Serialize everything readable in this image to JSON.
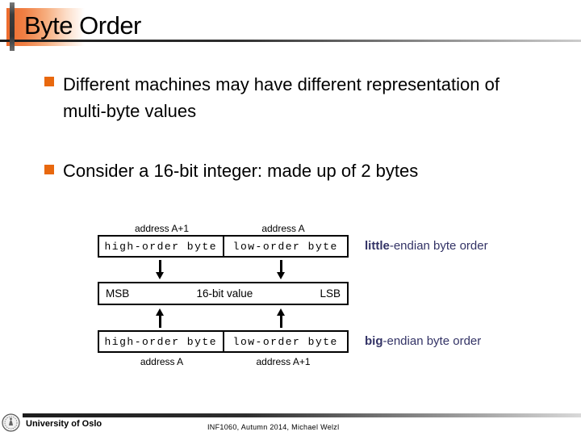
{
  "title": "Byte Order",
  "bullets": [
    {
      "text": "Different machines may have different representation of multi-byte values"
    },
    {
      "text": "Consider a 16-bit integer: made up of 2 bytes"
    }
  ],
  "diagram": {
    "little": {
      "addr_left": "address A+1",
      "addr_right": "address A",
      "box_left": "high-order byte",
      "box_right": "low-order byte",
      "label_bold": "little",
      "label_rest": "-endian byte order"
    },
    "value_box": {
      "msb": "MSB",
      "center": "16-bit value",
      "lsb": "LSB"
    },
    "big": {
      "box_left": "high-order byte",
      "box_right": "low-order byte",
      "addr_left": "address A",
      "addr_right": "address A+1",
      "label_bold": "big",
      "label_rest": "-endian byte order"
    }
  },
  "footer": {
    "org": "University of Oslo",
    "course": "INF1060, Autumn 2014, Michael Welzl"
  },
  "colors": {
    "bullet_orange": "#e8680e",
    "endian_text": "#333366",
    "header_orange": "#ed6b2c"
  }
}
